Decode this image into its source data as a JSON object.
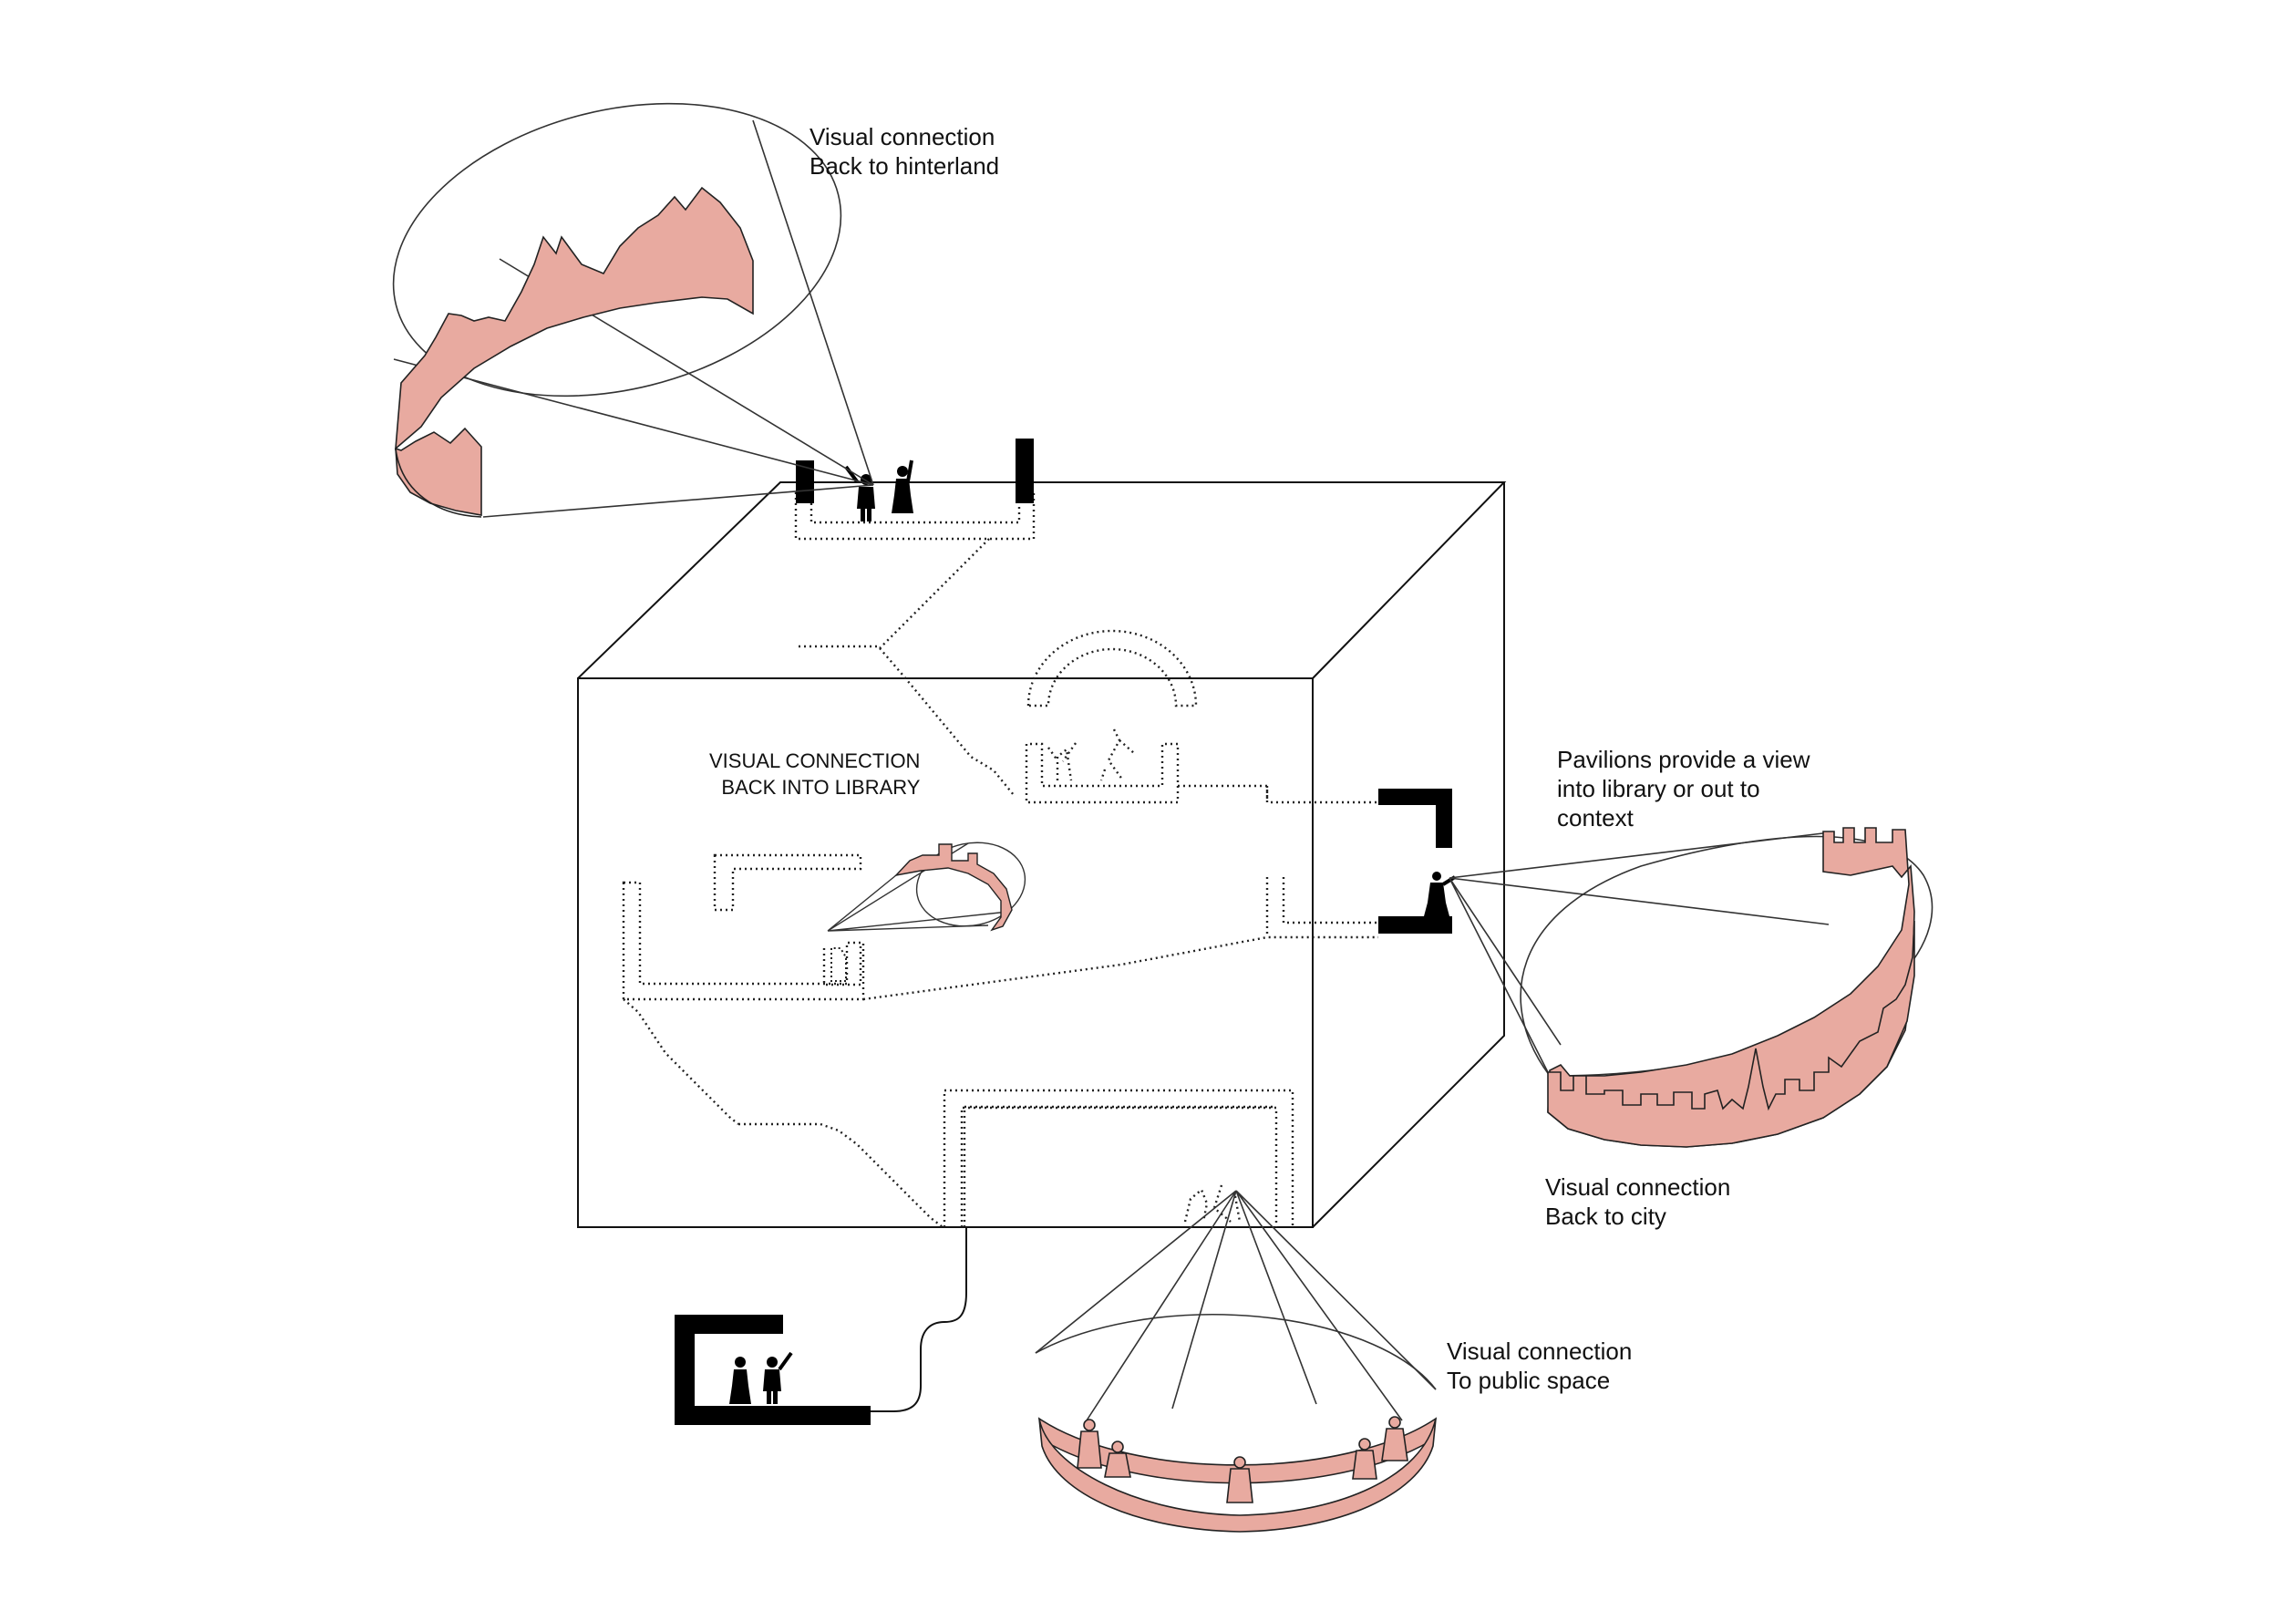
{
  "labels": {
    "hinterland": "Visual connection\nBack to hinterland",
    "library": "VISUAL CONNECTION\nBACK INTO LIBRARY",
    "pavilions": "Pavilions provide a view\ninto library or out to\ncontext",
    "city": "Visual connection\nBack to city",
    "public_space": "Visual connection\nTo public space"
  },
  "colors": {
    "line": "#111111",
    "panorama_fill": "#e8aaa0",
    "pavilion": "#000000",
    "background": "#ffffff"
  }
}
